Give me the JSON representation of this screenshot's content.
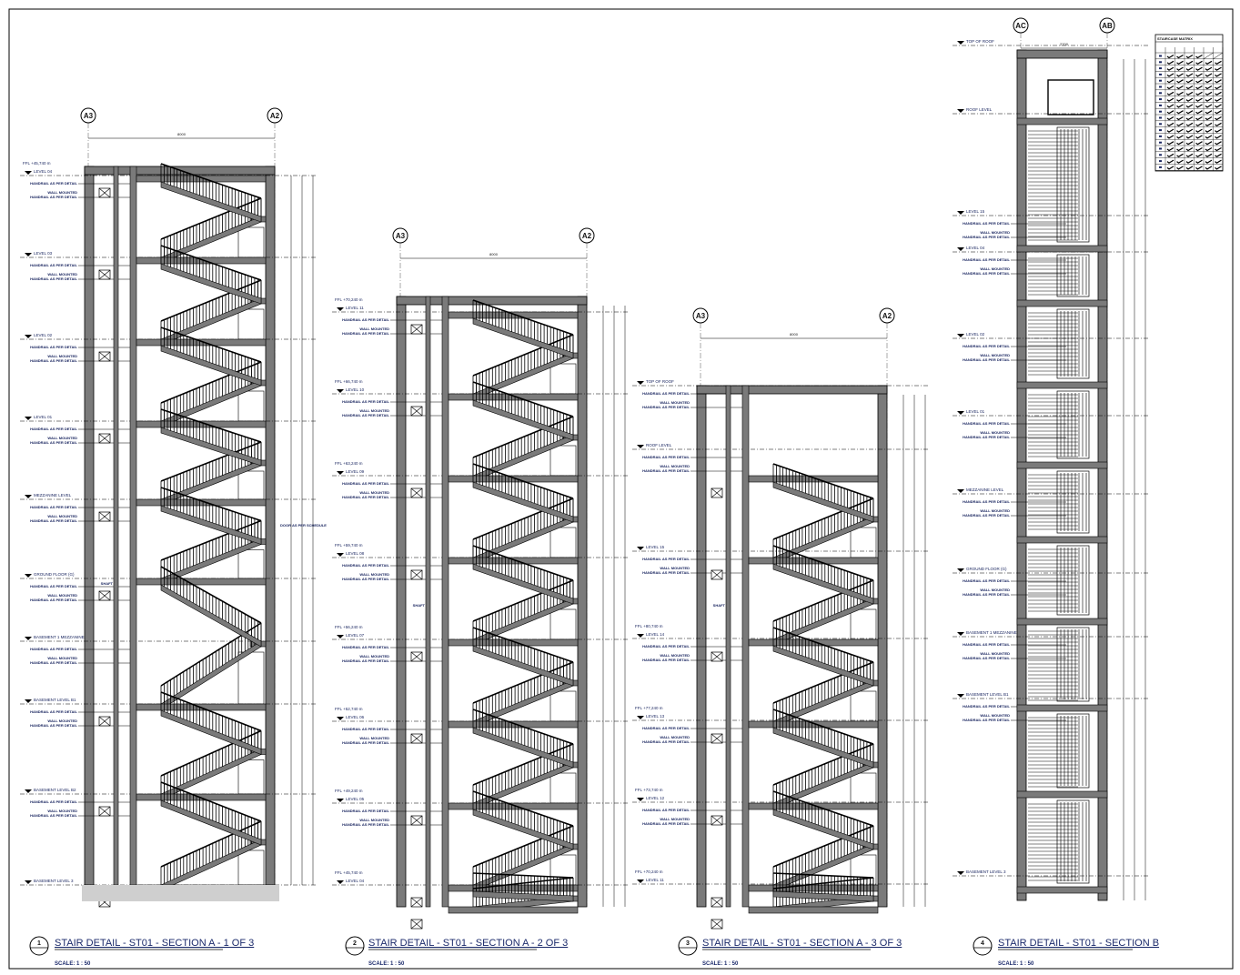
{
  "sections": [
    {
      "number": "1",
      "title": "STAIR DETAIL - ST01 - SECTION A - 1 OF 3",
      "scale": "SCALE: 1 : 50",
      "grids": [
        "A3",
        "A2"
      ],
      "width_dim": "8000",
      "levels": [
        {
          "ffl": "FFL +45,740 m",
          "name": "LEVEL 04"
        },
        {
          "ffl": "",
          "name": "LEVEL 03"
        },
        {
          "ffl": "",
          "name": "LEVEL 02"
        },
        {
          "ffl": "",
          "name": "LEVEL 01"
        },
        {
          "ffl": "",
          "name": "MEZZANINE LEVEL"
        },
        {
          "ffl": "",
          "name": "GROUND FLOOR (G)"
        },
        {
          "ffl": "",
          "name": "BASEMENT 1 MEZZANINE"
        },
        {
          "ffl": "",
          "name": "BASEMENT LEVEL B1"
        },
        {
          "ffl": "",
          "name": "BASEMENT LEVEL B2"
        },
        {
          "ffl": "",
          "name": "BASEMENT LEVEL 3"
        }
      ]
    },
    {
      "number": "2",
      "title": "STAIR DETAIL - ST01 - SECTION A - 2 OF 3",
      "scale": "SCALE: 1 : 50",
      "grids": [
        "A3",
        "A2"
      ],
      "width_dim": "8000",
      "levels": [
        {
          "ffl": "FFL +70,240 m",
          "name": "LEVEL 11"
        },
        {
          "ffl": "FFL +66,740 m",
          "name": "LEVEL 10"
        },
        {
          "ffl": "FFL +63,240 m",
          "name": "LEVEL 09"
        },
        {
          "ffl": "FFL +59,740 m",
          "name": "LEVEL 08"
        },
        {
          "ffl": "FFL +56,240 m",
          "name": "LEVEL 07"
        },
        {
          "ffl": "FFL +52,740 m",
          "name": "LEVEL 06"
        },
        {
          "ffl": "FFL +49,240 m",
          "name": "LEVEL 05"
        },
        {
          "ffl": "FFL +45,740 m",
          "name": "LEVEL 04"
        }
      ]
    },
    {
      "number": "3",
      "title": "STAIR DETAIL - ST01 - SECTION A - 3 OF 3",
      "scale": "SCALE: 1 : 50",
      "grids": [
        "A3",
        "A2"
      ],
      "width_dim": "8000",
      "levels": [
        {
          "ffl": "",
          "name": "TOP OF ROOF"
        },
        {
          "ffl": "",
          "name": "ROOF LEVEL"
        },
        {
          "ffl": "",
          "name": "LEVEL 15"
        },
        {
          "ffl": "FFL +80,740 m",
          "name": "LEVEL 14"
        },
        {
          "ffl": "FFL +77,240 m",
          "name": "LEVEL 13"
        },
        {
          "ffl": "FFL +73,740 m",
          "name": "LEVEL 12"
        },
        {
          "ffl": "FFL +70,240 m",
          "name": "LEVEL 11"
        }
      ]
    },
    {
      "number": "4",
      "title": "STAIR DETAIL - ST01 - SECTION B",
      "scale": "SCALE: 1 : 50",
      "grids": [
        "AC",
        "AB"
      ],
      "width_dim": "2700",
      "levels": [
        {
          "ffl": "",
          "name": "TOP OF ROOF"
        },
        {
          "ffl": "",
          "name": "ROOF LEVEL"
        },
        {
          "ffl": "",
          "name": "LEVEL 15"
        },
        {
          "ffl": "",
          "name": "LEVEL 04"
        },
        {
          "ffl": "",
          "name": "LEVEL 02"
        },
        {
          "ffl": "",
          "name": "LEVEL 01"
        },
        {
          "ffl": "",
          "name": "MEZZANINE LEVEL"
        },
        {
          "ffl": "",
          "name": "GROUND FLOOR (G)"
        },
        {
          "ffl": "",
          "name": "BASEMENT 1 MEZZANINE"
        },
        {
          "ffl": "",
          "name": "BASEMENT LEVEL B1"
        },
        {
          "ffl": "",
          "name": "BASEMENT LEVEL 3"
        }
      ]
    }
  ],
  "annotations": {
    "handrail": "HANDRAIL AS PER DETAIL",
    "wall_mounted": "WALL MOUNTED",
    "door": "DOOR AS PER SCHEDULE",
    "shaft": "SHAFT"
  },
  "matrix": {
    "title": "STAIRCASE MATRIX"
  },
  "colors": {
    "wall": "#7a7a7a",
    "line": "#000000",
    "title": "#1b2a6b"
  }
}
